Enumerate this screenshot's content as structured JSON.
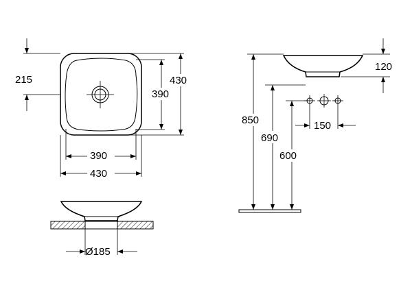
{
  "top_view": {
    "width_label": "430",
    "inner_width_label": "390",
    "depth_label": "430",
    "inner_depth_label": "390",
    "drain_offset_label": "215"
  },
  "front_view": {
    "base_diameter_label": "Ø185"
  },
  "side_view": {
    "height_label": "120",
    "rim_height_label": "850",
    "supply_height_label": "690",
    "drain_height_label": "600",
    "supply_spacing_label": "150"
  }
}
